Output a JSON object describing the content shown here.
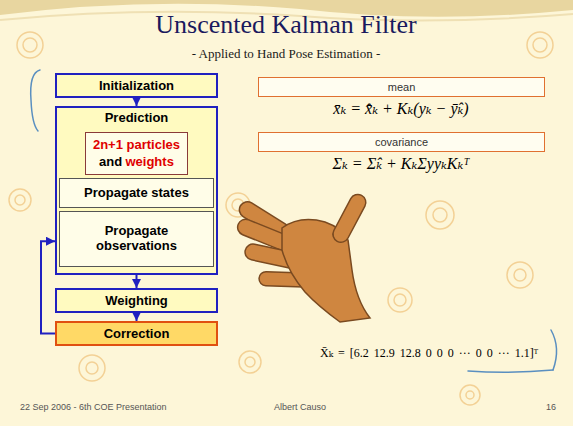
{
  "diagram": {
    "title": "Unscented Kalman Filter",
    "nodes": [
      {
        "text": [
          "Initialization"
        ]
      },
      {
        "text": [
          "Prediction"
        ]
      },
      {
        "text": [
          "2n+1 particles",
          "and",
          "weights"
        ],
        "in": 1
      },
      {
        "text": [
          "Propagate states"
        ],
        "in": 1
      },
      {
        "text": [
          "Propagate observations"
        ],
        "in": 1
      },
      {
        "text": [
          "Weighting"
        ]
      },
      {
        "text": [
          "Correction"
        ]
      },
      {
        "text": [
          "mean"
        ]
      },
      {
        "text": [
          "covariance"
        ]
      }
    ],
    "edges": [
      {
        "from": 0,
        "to": 1,
        "arrow": "to"
      },
      {
        "from": 1,
        "to": 5,
        "arrow": "to"
      },
      {
        "from": 5,
        "to": 6,
        "arrow": "to"
      },
      {
        "from": 6,
        "to": 1,
        "arrow": "to"
      }
    ],
    "labels": [
      "- Applied to Hand Pose Estimation -",
      "x̄ₖ = x̄̂ₖ + Kₖ(yₖ − ȳ̂ₖ)",
      "Σₖ = Σ̂ₖ + KₖΣyyₖKₖᵀ",
      "X̄ₖ = [6.2 12.9 12.8 0 0 0 ··· 0 0 ··· 1.1]ᵀ",
      "22 Sep 2006 - 6th COE Presentation",
      "Albert Causo",
      "16"
    ]
  }
}
